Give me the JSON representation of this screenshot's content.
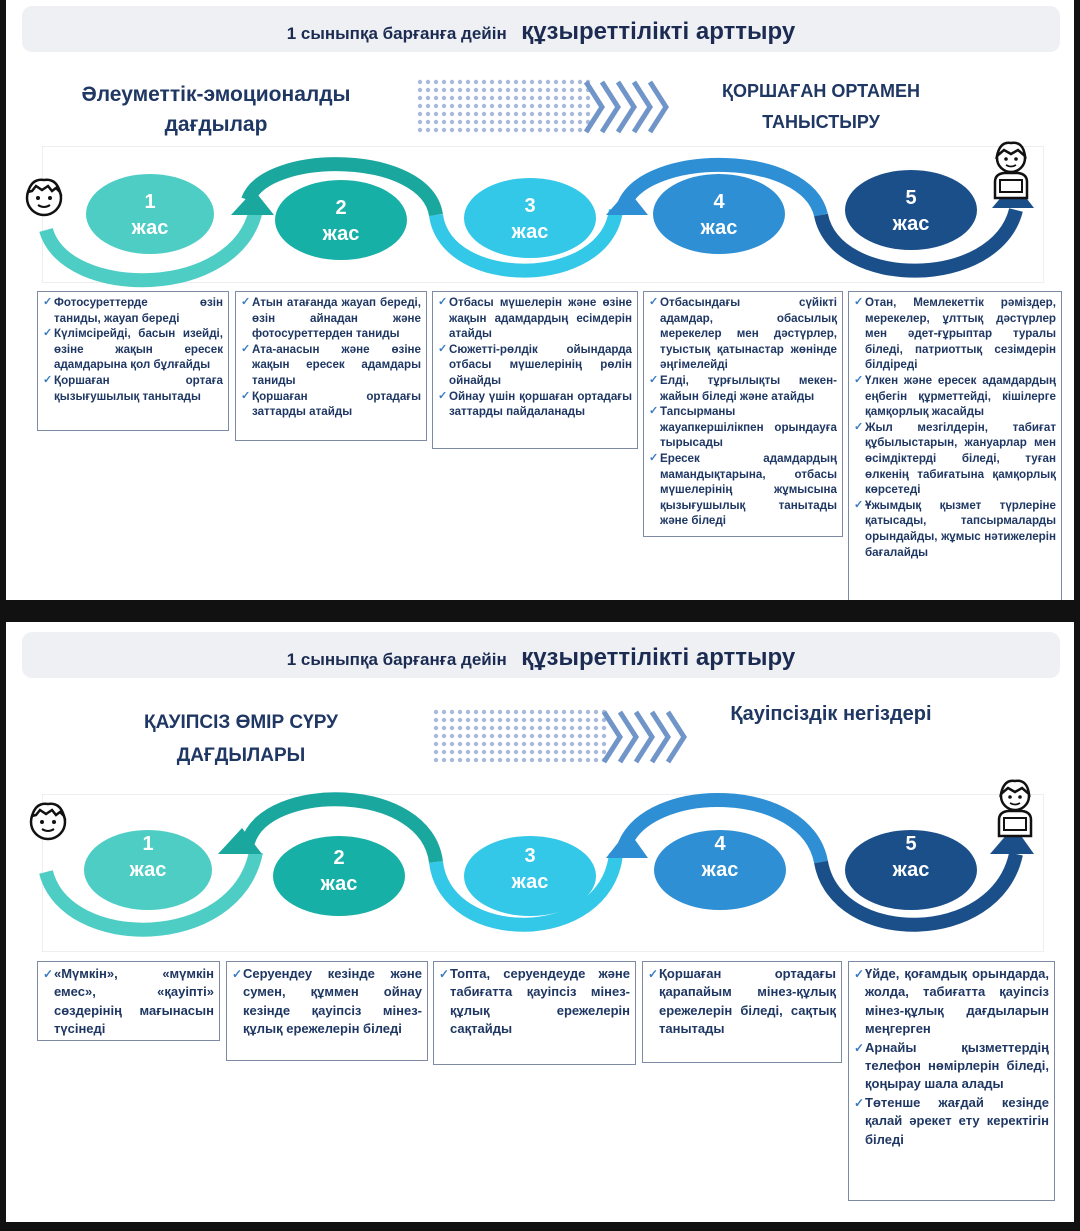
{
  "colors": {
    "age1": "#4ecdc4",
    "age2": "#17b0a6",
    "age3": "#33c7e8",
    "age4": "#2e8fd4",
    "age5": "#1a4f8a",
    "title": "#1f3763",
    "dots": "#a9b9d9",
    "chevron": "#6f95c9"
  },
  "panels": [
    {
      "header": {
        "small": "1 сыныпқа барғанға дейін",
        "big": "құзыреттілікті арттыру"
      },
      "left_title": [
        "Әлеуметтік-эмоционалды",
        "дағдылар"
      ],
      "right_title": [
        "ҚОРШАҒАН ОРТАМЕН",
        "ТАНЫСТЫРУ"
      ],
      "icons": [
        "child-face-icon",
        "boy-figure-icon"
      ],
      "ages": [
        {
          "num": "1",
          "label": "жас"
        },
        {
          "num": "2",
          "label": "жас"
        },
        {
          "num": "3",
          "label": "жас"
        },
        {
          "num": "4",
          "label": "жас"
        },
        {
          "num": "5",
          "label": "жас"
        }
      ],
      "boxes": [
        [
          "Фотосуреттерде өзін таниды, жауап береді",
          "Күлімсірейді, басын изейді, өзіне жақын ересек адамдарына қол бұлғайды",
          "Қоршаған ортаға қызығушылық танытады"
        ],
        [
          "Атын атағанда жауап береді, өзін айнадан және фотосуреттерден таниды",
          "Ата-анасын және өзіне жақын ересек адамдары таниды",
          "Қоршаған ортадағы заттарды атайды"
        ],
        [
          "Отбасы мүшелерін және өзіне жақын адамдардың есімдерін атайды",
          "Сюжетті-рөлдік ойындарда отбасы мүшелерінің рөлін ойнайды",
          "Ойнау үшін қоршаған ортадағы заттарды пайдаланады"
        ],
        [
          "Отбасындағы сүйікті адамдар, обасылық мерекелер мен дәстүрлер, туыстық қатынастар жөнінде әңгімелейді",
          "Елді, тұрғылықты мекен-жайын біледі және атайды",
          "Тапсырманы жауапкершілікпен орындауға тырысады",
          "Ересек адамдардың мамандықтарына, отбасы мүшелерінің жұмысына қызығушылық танытады және біледі"
        ],
        [
          "Отан, Мемлекеттік рәміздер, мерекелер, ұлттық дәстүрлер мен әдет-ғұрыптар туралы біледі, патриоттық сезімдерін білдіреді",
          "Үлкен және ересек адамдардың еңбегін құрметтейді, кішілерге қамқорлық жасайды",
          "Жыл мезгілдерін, табиғат құбылыстарын, жануарлар мен өсімдіктерді біледі, туған өлкенің табиғатына қамқорлық көрсетеді",
          "Ұжымдық қызмет түрлеріне қатысады, тапсырмаларды орындайды, жұмыс нәтижелерін бағалайды"
        ]
      ]
    },
    {
      "header": {
        "small": "1 сыныпқа барғанға дейін",
        "big": "құзыреттілікті арттыру"
      },
      "left_title": [
        "ҚАУІПСІЗ ӨМІР СҮРУ",
        "ДАҒДЫЛАРЫ"
      ],
      "right_title": [
        "Қауіпсіздік негіздері"
      ],
      "icons": [
        "child-face-icon",
        "boy-figure-icon"
      ],
      "ages": [
        {
          "num": "1",
          "label": "жас"
        },
        {
          "num": "2",
          "label": "жас"
        },
        {
          "num": "3",
          "label": "жас"
        },
        {
          "num": "4",
          "label": "жас"
        },
        {
          "num": "5",
          "label": "жас"
        }
      ],
      "boxes": [
        [
          "«Мүмкін», «мүмкін емес», «қауіпті» сөздерінің мағынасын түсінеді"
        ],
        [
          "Серуендеу кезінде және сумен, құммен ойнау кезінде қауіпсіз мінез-құлық ережелерін біледі"
        ],
        [
          "Топта, серуендеуде және табиғатта қауіпсіз мінез-құлық ережелерін сақтайды"
        ],
        [
          "Қоршаған ортадағы қарапайым мінез-құлық ережелерін біледі, сақтық танытады"
        ],
        [
          "Үйде, қоғамдық орындарда, жолда, табиғатта қауіпсіз мінез-құлық дағдыларын меңгерген",
          "Арнайы қызметтердің телефон нөмірлерін біледі, қоңырау шала алады",
          "Төтенше жағдай кезінде қалай әрекет ету керектігін біледі"
        ]
      ]
    }
  ]
}
